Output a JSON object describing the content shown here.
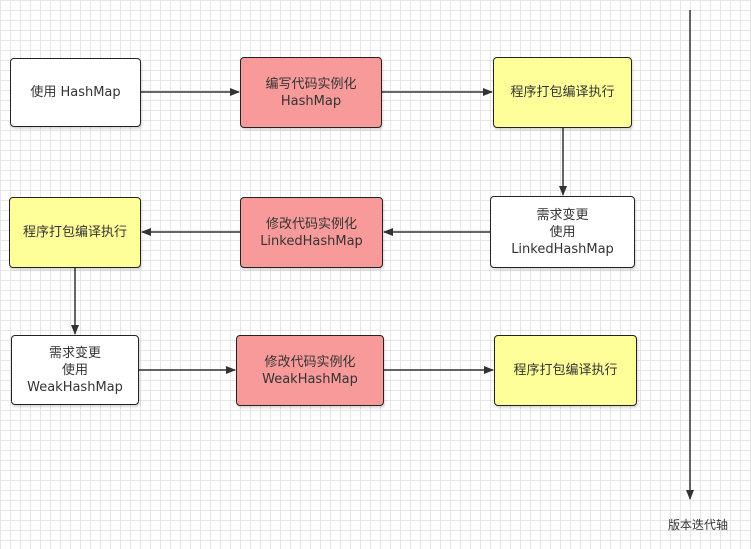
{
  "nodes": {
    "use_hashmap": "使用 HashMap",
    "write_hashmap": [
      "编写代码实例化",
      "HashMap"
    ],
    "compile_1": "程序打包编译执行",
    "req_linked": [
      "需求变更",
      "使用",
      "LinkedHashMap"
    ],
    "modify_linked": [
      "修改代码实例化",
      "LinkedHashMap"
    ],
    "compile_2": "程序打包编译执行",
    "req_weak": [
      "需求变更",
      "使用",
      "WeakHashMap"
    ],
    "modify_weak": [
      "修改代码实例化",
      "WeakHashMap"
    ],
    "compile_3": "程序打包编译执行"
  },
  "axis_label": "版本迭代轴",
  "colors": {
    "white_box": "#ffffff",
    "red_box": "#f99a9a",
    "yellow_box": "#ffff99",
    "line": "#333333"
  }
}
